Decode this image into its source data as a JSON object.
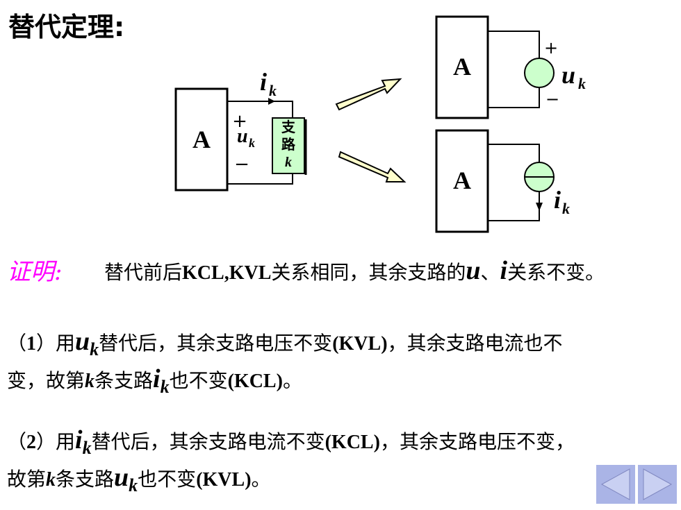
{
  "title": "替代定理:",
  "circuit": {
    "network_label": "A",
    "plus": "+",
    "minus": "−",
    "u": "u",
    "i": "i",
    "k": "k",
    "branch_text_1": "支",
    "branch_text_2": "路",
    "branch_text_3": "k"
  },
  "proof_label": "证明:",
  "line1": {
    "a": "替代前后",
    "b": "KCL,KVL",
    "c": "关系相同，其余支路的",
    "d": "u",
    "e": "、",
    "f": "i",
    "g": "关系不变。"
  },
  "line2": {
    "a": "（",
    "b": "1",
    "c": "）用",
    "d": "u",
    "e": "k",
    "f": "替代后，其余支路电压不变",
    "g": "(KVL)",
    "h": "，其余支路电流也不"
  },
  "line3": {
    "a": "变，故第",
    "b": "k",
    "c": "条支路",
    "d": "i",
    "e": "k",
    "f": "也不变",
    "g": "(KCL)",
    "h": "。"
  },
  "line4": {
    "a": "（",
    "b": "2",
    "c": "）用",
    "d": "i",
    "e": "k",
    "f": "替代后，其余支路电流不变",
    "g": "(KCL)",
    "h": "，其余支路电压不变，"
  },
  "line5": {
    "a": "故第",
    "b": "k",
    "c": "条支路",
    "d": "u",
    "e": "k",
    "f": "也不变",
    "g": "(KVL)",
    "h": "。"
  },
  "colors": {
    "source_fill": "#ccffcc",
    "arrow_fill": "#ffffcc",
    "proof": "#ff00ff",
    "nav": "#aab4e6"
  }
}
